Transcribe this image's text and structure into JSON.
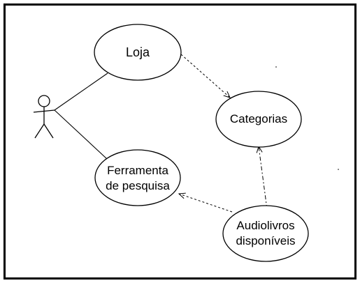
{
  "diagram": {
    "actor": {
      "icon": "stick-figure-actor-icon"
    },
    "use_cases": {
      "loja": {
        "label": "Loja"
      },
      "categorias": {
        "label": "Categorias"
      },
      "ferramenta_line1": "Ferramenta",
      "ferramenta_line2": "de pesquisa",
      "audiolivros_line1": "Audiolivros",
      "audiolivros_line2": "disponíveis"
    },
    "relationships": [
      {
        "from": "actor",
        "to": "Loja",
        "style": "solid"
      },
      {
        "from": "actor",
        "to": "Ferramenta de pesquisa",
        "style": "solid"
      },
      {
        "from": "Loja",
        "to": "Categorias",
        "style": "dashed-arrow"
      },
      {
        "from": "Audiolivros disponíveis",
        "to": "Categorias",
        "style": "dashed-arrow"
      },
      {
        "from": "Audiolivros disponíveis",
        "to": "Ferramenta de pesquisa",
        "style": "dashed-arrow"
      }
    ],
    "colors": {
      "stroke": "#000000",
      "fill": "#ffffff"
    }
  }
}
